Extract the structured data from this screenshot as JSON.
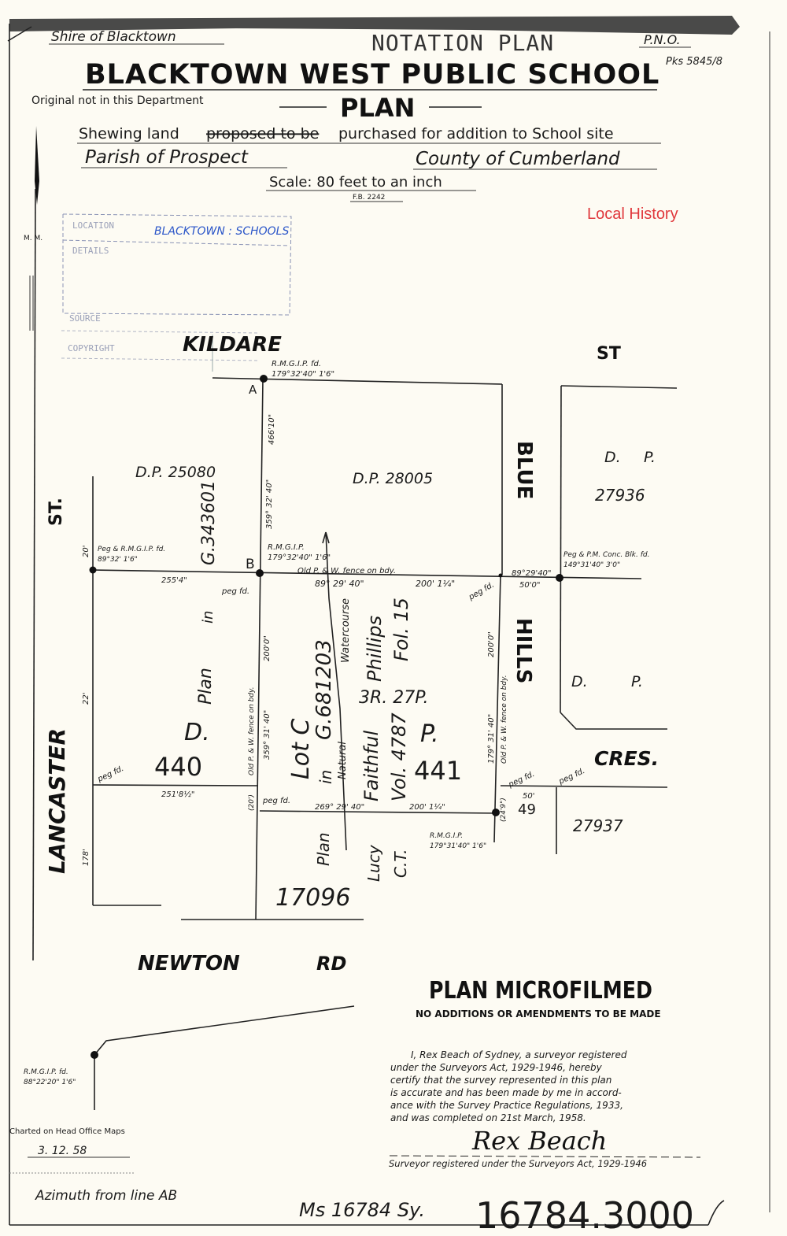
{
  "header": {
    "shire": "Shire of Blacktown",
    "pno": "P.N.O.",
    "notation": "NOTATION PLAN",
    "ref": "Pks 5845/8",
    "title": "BLACKTOWN WEST PUBLIC SCHOOL",
    "original_note": "Original not in this Department",
    "plan": "PLAN",
    "shewing_prefix": "Shewing land",
    "shewing_struck": "proposed to be",
    "shewing_suffix": "purchased for addition to School site",
    "parish": "Parish of Prospect",
    "county": "County of Cumberland",
    "scale": "Scale: 80 feet to an inch",
    "fb": "F.B. 2242",
    "local_history": "Local History",
    "local_history_color": "#e0383c"
  },
  "stamp": {
    "location_label": "LOCATION",
    "location_value": "BLACKTOWN : SCHOOLS",
    "details_label": "DETAILS",
    "source_label": "SOURCE",
    "copyright_label": "COPYRIGHT",
    "ink_color": "#2a55c8"
  },
  "margin_mark": "M. M.",
  "streets": {
    "kildare": "KILDARE",
    "kildare_st": "ST",
    "blue": "BLUE",
    "hills": "HILLS",
    "cres": "CRES.",
    "lancaster": "LANCASTER",
    "lancaster_st": "ST.",
    "newton": "NEWTON",
    "newton_rd": "RD"
  },
  "parcels": {
    "dp25080": "D.P. 25080",
    "dp28005": "D.P. 28005",
    "dp27936_d": "D.",
    "dp27936_p": "P.",
    "dp27936_num": "27936",
    "dp_right_d": "D.",
    "dp_right_p": "P.",
    "dp27937": "27937",
    "lot49": "49",
    "left_g": "G.343601",
    "left_in": "in",
    "left_plan": "Plan",
    "left_d": "D.",
    "left_440": "440",
    "lot_c": "Lot C",
    "lot_in": "in",
    "lot_g": "G.681203",
    "natural": "Natural",
    "watercourse": "Watercourse",
    "faithful": "Faithful",
    "phillips": "Phillips",
    "area": "3R. 27P.",
    "vol": "Vol. 4787",
    "fol": "Fol. 15",
    "p441_p": "P.",
    "p441": "441",
    "plan17096": "Plan",
    "num17096": "17096",
    "lucy": "Lucy",
    "ct": "C.T."
  },
  "annotations": {
    "point_a": "A",
    "point_b": "B",
    "a_rmgip": "R.M.G.I.P. fd.",
    "a_bearing": "179°32'40\" 1'6\"",
    "a_dist": "466'10\"",
    "ab_bearing": "359° 32' 40\"",
    "b_rmgip": "R.M.G.I.P.",
    "b_bearing": "179°32'40\" 1'6\"",
    "peg_fd": "peg fd.",
    "left_peg_rm": "Peg & R.M.G.I.P. fd.",
    "left_peg_bearing": "89°32' 1'6\"",
    "dist_255": "255'4\"",
    "dist_20": "20'",
    "dist_22": "22'",
    "dist_178": "178'",
    "dist_251": "251'8½\"",
    "top_fence": "Old   P. & W.   fence   on   bdy.",
    "top_bearing": "89°  29'  40\"",
    "top_dist": "200' 1¼\"",
    "right_bearing": "89°29'40\"",
    "right_dist": "50'0\"",
    "right_peg": "Peg & P.M. Conc. Blk. fd.",
    "right_peg_bearing": "149°31'40\" 3'0\"",
    "left_side_fence": "Old   P. & W.   fence   on   bdy.",
    "left_side_bearing": "359°  31'  40\"",
    "left_side_dist": "200'0\"",
    "right_side_fence": "Old   P. & W.   fence   on   bdy.",
    "right_side_bearing": "179°  31'  40\"",
    "right_side_dist": "200'0\"",
    "bottom_bearing": "269°  29'  40\"",
    "bottom_dist": "200' 1¼\"",
    "paren_20": "(20')",
    "paren_24": "(24'9\")",
    "br_rmgip": "R.M.G.I.P.",
    "br_bearing": "179°31'40\" 1'6\"",
    "dist_50": "50'",
    "newton_rmgip": "R.M.G.I.P. fd.",
    "newton_bearing": "88°22'20\" 1'6\""
  },
  "microfilm": {
    "title": "PLAN MICROFILMED",
    "subtitle": "NO ADDITIONS OR AMENDMENTS TO BE MADE"
  },
  "certificate": {
    "lines": [
      "I, Rex Beach of Sydney, a surveyor registered",
      "under the Surveyors Act, 1929-1946, hereby",
      "certify that the survey represented in this plan",
      "is accurate and has been made by me in accord-",
      "ance with the Survey Practice Regulations, 1933,",
      "and was completed on 21st March, 1958."
    ],
    "signature": "Rex Beach",
    "signature_caption": "Surveyor registered under the Surveyors Act, 1929-1946"
  },
  "footer": {
    "charted": "Charted on Head Office Maps",
    "charted_date": "3. 12. 58",
    "azimuth": "Azimuth from line AB",
    "ms": "Ms 16784 Sy.",
    "number": "16784.3000"
  }
}
